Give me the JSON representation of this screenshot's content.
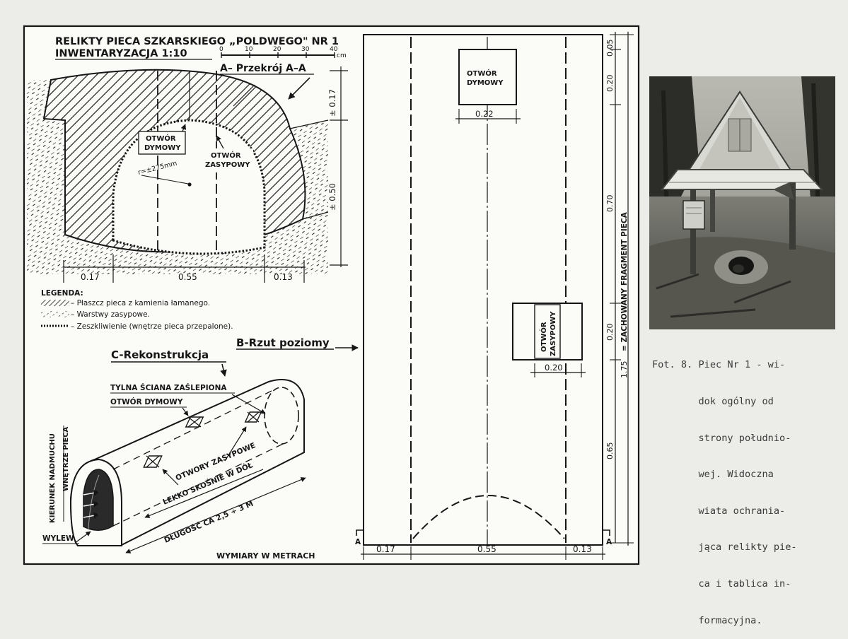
{
  "drawing": {
    "title": "RELIKTY PIECA SZKARSKIEGO „POLDWEGO\" NR 1",
    "subtitle": "INWENTARYZACJA 1:10",
    "scale_ticks": [
      "0",
      "10",
      "20",
      "30",
      "40"
    ],
    "scale_unit": "cm",
    "section_a": {
      "label": "A– Przekrój A–A",
      "otwor_dymowy": [
        "OTWÓR",
        "DYMOWY"
      ],
      "otwor_zasypowy": [
        "OTWÓR",
        "ZASYPOWY"
      ],
      "radius": "r=±275mm",
      "dims_bottom": [
        "0.17",
        "0.55",
        "0.13"
      ],
      "dims_right": [
        "± 0.17",
        "± 0.50"
      ]
    },
    "legend": {
      "title": "LEGENDA:",
      "items": [
        "– Płaszcz pieca z kamienia łamanego.",
        "– Warstwy zasypowe.",
        "– Zeszkliwienie (wnętrze pieca przepalone)."
      ]
    },
    "section_b": {
      "label": "B-Rzut poziomy",
      "otwor_dymowy": [
        "OTWÓR",
        "DYMOWY"
      ],
      "otwor_dymowy_dim": "0.22",
      "otwor_zasypowy": [
        "OTWÓR",
        "ZASYPOWY"
      ],
      "otwor_zasypowy_dim": "0.20",
      "dims_bottom": [
        "0.17",
        "0.55",
        "0.13"
      ],
      "dims_right": [
        "0.05",
        "0.20",
        "0.70",
        "0.20",
        "0.65"
      ],
      "total": "1.75",
      "vertical_label": "= ZACHOWANY FRAGMENT PIECA",
      "section_marks": [
        "A",
        "A"
      ]
    },
    "section_c": {
      "label": "C-Rekonstrukcja",
      "tylna": "TYLNA ŚCIANA ZAŚLEPIONA",
      "otwor_dymowy": "OTWÓR DYMOWY",
      "otwory_zasypowe": "OTWORY ZASYPOWE",
      "lekko": "LEKKO SKOŚNIE W DÓŁ",
      "dlugosc": "DŁUGOŚĆ CA 2,5 ÷ 3 M",
      "kierunek": "KIERUNEK NADMUCHU",
      "wnetrze": "WNĘTRZE PIECA",
      "wylew": "WYLEW"
    },
    "footer": "WYMIARY W METRACH"
  },
  "photo": {
    "caption_lines": [
      "Fot. 8. Piec Nr 1 - wi-",
      "        dok ogólny od",
      "        strony południo-",
      "        wej. Widoczna",
      "        wiata ochrania-",
      "        jąca relikty pie-",
      "        ca i tablica in-",
      "        formacyjna."
    ]
  },
  "colors": {
    "paper": "#ecece8",
    "sheet": "#fbfbf8",
    "ink": "#161616",
    "caption": "#3a3a3a"
  }
}
